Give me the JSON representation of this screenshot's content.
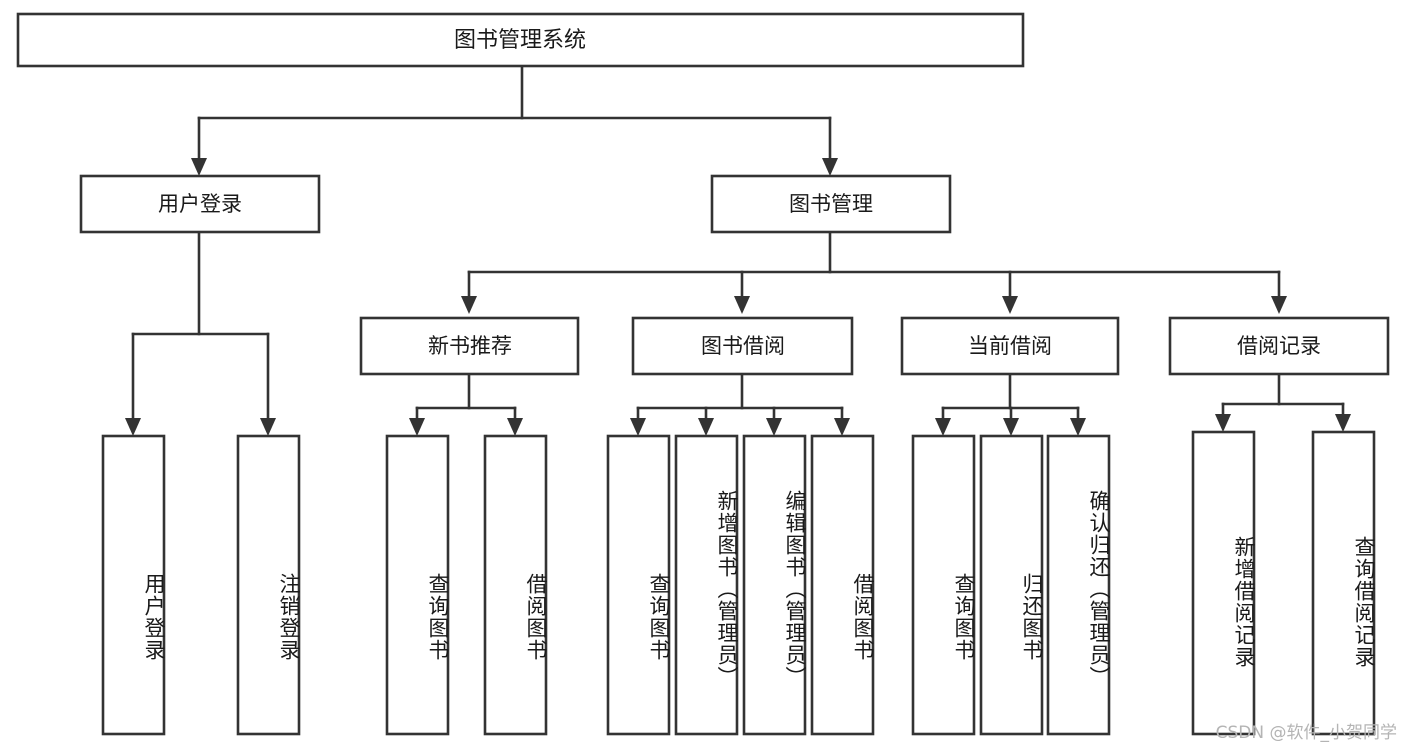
{
  "diagram": {
    "title": "图书管理系统",
    "type": "tree",
    "root": {
      "id": "root",
      "label": "图书管理系统",
      "orientation": "horizontal"
    },
    "level2": [
      {
        "id": "user-login",
        "label": "用户登录",
        "orientation": "horizontal"
      },
      {
        "id": "book-management",
        "label": "图书管理",
        "orientation": "horizontal"
      }
    ],
    "level3": [
      {
        "id": "new-book-recommend",
        "label": "新书推荐",
        "parent": "book-management",
        "orientation": "horizontal"
      },
      {
        "id": "book-borrow",
        "label": "图书借阅",
        "parent": "book-management",
        "orientation": "horizontal"
      },
      {
        "id": "current-borrow",
        "label": "当前借阅",
        "parent": "book-management",
        "orientation": "horizontal"
      },
      {
        "id": "borrow-record",
        "label": "借阅记录",
        "parent": "book-management",
        "orientation": "horizontal"
      }
    ],
    "leaves": [
      {
        "id": "leaf-user-login",
        "label": "用户登录",
        "parent": "user-login",
        "orientation": "vertical"
      },
      {
        "id": "leaf-logout",
        "label": "注销登录",
        "parent": "user-login",
        "orientation": "vertical"
      },
      {
        "id": "leaf-query-book-1",
        "label": "查询图书",
        "parent": "new-book-recommend",
        "orientation": "vertical"
      },
      {
        "id": "leaf-borrow-book-1",
        "label": "借阅图书",
        "parent": "new-book-recommend",
        "orientation": "vertical"
      },
      {
        "id": "leaf-query-book-2",
        "label": "查询图书",
        "parent": "book-borrow",
        "orientation": "vertical"
      },
      {
        "id": "leaf-add-book",
        "label": "新增图书（管理员）",
        "parent": "book-borrow",
        "orientation": "vertical"
      },
      {
        "id": "leaf-edit-book",
        "label": "编辑图书（管理员）",
        "parent": "book-borrow",
        "orientation": "vertical"
      },
      {
        "id": "leaf-borrow-book-2",
        "label": "借阅图书",
        "parent": "book-borrow",
        "orientation": "vertical"
      },
      {
        "id": "leaf-query-book-3",
        "label": "查询图书",
        "parent": "current-borrow",
        "orientation": "vertical"
      },
      {
        "id": "leaf-return-book",
        "label": "归还图书",
        "parent": "current-borrow",
        "orientation": "vertical"
      },
      {
        "id": "leaf-confirm-return",
        "label": "确认归还（管理员）",
        "parent": "current-borrow",
        "orientation": "vertical"
      },
      {
        "id": "leaf-add-record",
        "label": "新增借阅记录",
        "parent": "borrow-record",
        "orientation": "vertical"
      },
      {
        "id": "leaf-query-record",
        "label": "查询借阅记录",
        "parent": "borrow-record",
        "orientation": "vertical"
      }
    ]
  },
  "watermark": {
    "text": "CSDN @软件_小贺同学"
  },
  "colors": {
    "stroke": "#333333",
    "box_fill": "#ffffff",
    "text": "#1a1a1a",
    "watermark": "#b4b4b4",
    "background": "#ffffff"
  }
}
